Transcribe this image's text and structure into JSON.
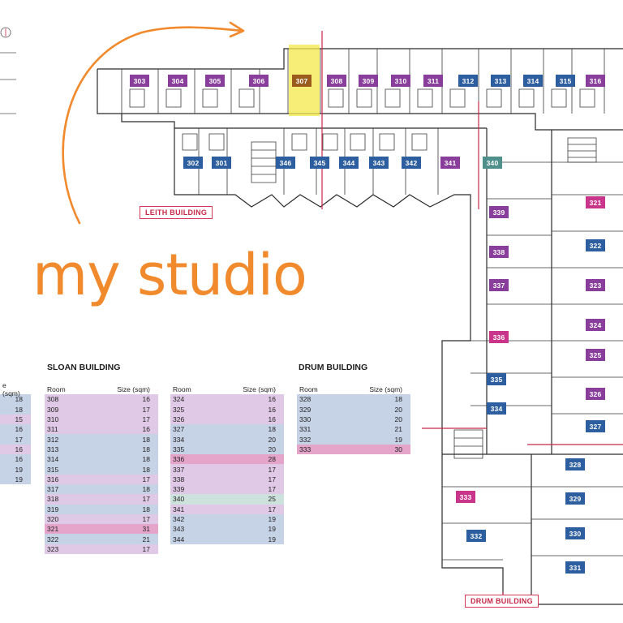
{
  "annotation": {
    "text": "my studio",
    "color": "#f08a2d"
  },
  "buildings": {
    "leith": "LEITH BUILDING",
    "drum_bottom": "DRUM BUILDING"
  },
  "room_tags": [
    {
      "n": "303",
      "c": "purple"
    },
    {
      "n": "304",
      "c": "purple"
    },
    {
      "n": "305",
      "c": "purple"
    },
    {
      "n": "306",
      "c": "purple"
    },
    {
      "n": "307",
      "c": "highlight"
    },
    {
      "n": "308",
      "c": "purple"
    },
    {
      "n": "309",
      "c": "purple"
    },
    {
      "n": "310",
      "c": "purple"
    },
    {
      "n": "311",
      "c": "purple"
    },
    {
      "n": "312",
      "c": "blue"
    },
    {
      "n": "313",
      "c": "blue"
    },
    {
      "n": "314",
      "c": "blue"
    },
    {
      "n": "315",
      "c": "blue"
    },
    {
      "n": "316",
      "c": "purple"
    },
    {
      "n": "302",
      "c": "blue"
    },
    {
      "n": "301",
      "c": "blue"
    },
    {
      "n": "346",
      "c": "blue"
    },
    {
      "n": "345",
      "c": "blue"
    },
    {
      "n": "344",
      "c": "blue"
    },
    {
      "n": "343",
      "c": "blue"
    },
    {
      "n": "342",
      "c": "blue"
    },
    {
      "n": "341",
      "c": "purple"
    },
    {
      "n": "340",
      "c": "teal"
    },
    {
      "n": "321",
      "c": "pink"
    },
    {
      "n": "339",
      "c": "purple"
    },
    {
      "n": "322",
      "c": "blue"
    },
    {
      "n": "338",
      "c": "purple"
    },
    {
      "n": "337",
      "c": "purple"
    },
    {
      "n": "323",
      "c": "purple"
    },
    {
      "n": "324",
      "c": "purple"
    },
    {
      "n": "336",
      "c": "pink"
    },
    {
      "n": "325",
      "c": "purple"
    },
    {
      "n": "335",
      "c": "blue"
    },
    {
      "n": "326",
      "c": "purple"
    },
    {
      "n": "334",
      "c": "blue"
    },
    {
      "n": "327",
      "c": "blue"
    },
    {
      "n": "328",
      "c": "blue"
    },
    {
      "n": "333",
      "c": "pink"
    },
    {
      "n": "329",
      "c": "blue"
    },
    {
      "n": "330",
      "c": "blue"
    },
    {
      "n": "332",
      "c": "blue"
    },
    {
      "n": "331",
      "c": "blue"
    }
  ],
  "tables": {
    "left_partial": {
      "rows": [
        {
          "size": "18",
          "c": "lblue"
        },
        {
          "size": "18",
          "c": "lblue"
        },
        {
          "size": "15",
          "c": "lpurple"
        },
        {
          "size": "16",
          "c": "lblue"
        },
        {
          "size": "17",
          "c": "lblue"
        },
        {
          "size": "16",
          "c": "lpurple"
        },
        {
          "size": "16",
          "c": "lblue"
        },
        {
          "size": "19",
          "c": "lblue"
        },
        {
          "size": "19",
          "c": "lblue"
        }
      ]
    },
    "sloan": {
      "title": "SLOAN BUILDING",
      "col_room": "Room",
      "col_size": "Size (sqm)",
      "rows_a": [
        {
          "room": "308",
          "size": "16",
          "c": "lpurple"
        },
        {
          "room": "309",
          "size": "17",
          "c": "lpurple"
        },
        {
          "room": "310",
          "size": "17",
          "c": "lpurple"
        },
        {
          "room": "311",
          "size": "16",
          "c": "lpurple"
        },
        {
          "room": "312",
          "size": "18",
          "c": "lblue"
        },
        {
          "room": "313",
          "size": "18",
          "c": "lblue"
        },
        {
          "room": "314",
          "size": "18",
          "c": "lblue"
        },
        {
          "room": "315",
          "size": "18",
          "c": "lblue"
        },
        {
          "room": "316",
          "size": "17",
          "c": "lpurple"
        },
        {
          "room": "317",
          "size": "18",
          "c": "lblue"
        },
        {
          "room": "318",
          "size": "17",
          "c": "lpurple"
        },
        {
          "room": "319",
          "size": "18",
          "c": "lblue"
        },
        {
          "room": "320",
          "size": "17",
          "c": "lpurple"
        },
        {
          "room": "321",
          "size": "31",
          "c": "pink"
        },
        {
          "room": "322",
          "size": "21",
          "c": "lblue"
        },
        {
          "room": "323",
          "size": "17",
          "c": "lpurple"
        }
      ],
      "rows_b": [
        {
          "room": "324",
          "size": "16",
          "c": "lpurple"
        },
        {
          "room": "325",
          "size": "16",
          "c": "lpurple"
        },
        {
          "room": "326",
          "size": "16",
          "c": "lpurple"
        },
        {
          "room": "327",
          "size": "18",
          "c": "lblue"
        },
        {
          "room": "334",
          "size": "20",
          "c": "lblue"
        },
        {
          "room": "335",
          "size": "20",
          "c": "lblue"
        },
        {
          "room": "336",
          "size": "28",
          "c": "pink"
        },
        {
          "room": "337",
          "size": "17",
          "c": "lpurple"
        },
        {
          "room": "338",
          "size": "17",
          "c": "lpurple"
        },
        {
          "room": "339",
          "size": "17",
          "c": "lpurple"
        },
        {
          "room": "340",
          "size": "25",
          "c": "teal"
        },
        {
          "room": "341",
          "size": "17",
          "c": "lpurple"
        },
        {
          "room": "342",
          "size": "19",
          "c": "lblue"
        },
        {
          "room": "343",
          "size": "19",
          "c": "lblue"
        },
        {
          "room": "344",
          "size": "19",
          "c": "lblue"
        }
      ]
    },
    "drum": {
      "title": "DRUM BUILDING",
      "col_room": "Room",
      "col_size": "Size (sqm)",
      "rows": [
        {
          "room": "328",
          "size": "18",
          "c": "lblue"
        },
        {
          "room": "329",
          "size": "20",
          "c": "lblue"
        },
        {
          "room": "330",
          "size": "20",
          "c": "lblue"
        },
        {
          "room": "331",
          "size": "21",
          "c": "lblue"
        },
        {
          "room": "332",
          "size": "19",
          "c": "lblue"
        },
        {
          "room": "333",
          "size": "30",
          "c": "pink"
        }
      ]
    }
  },
  "left_header_fragment": "e (sqm)"
}
